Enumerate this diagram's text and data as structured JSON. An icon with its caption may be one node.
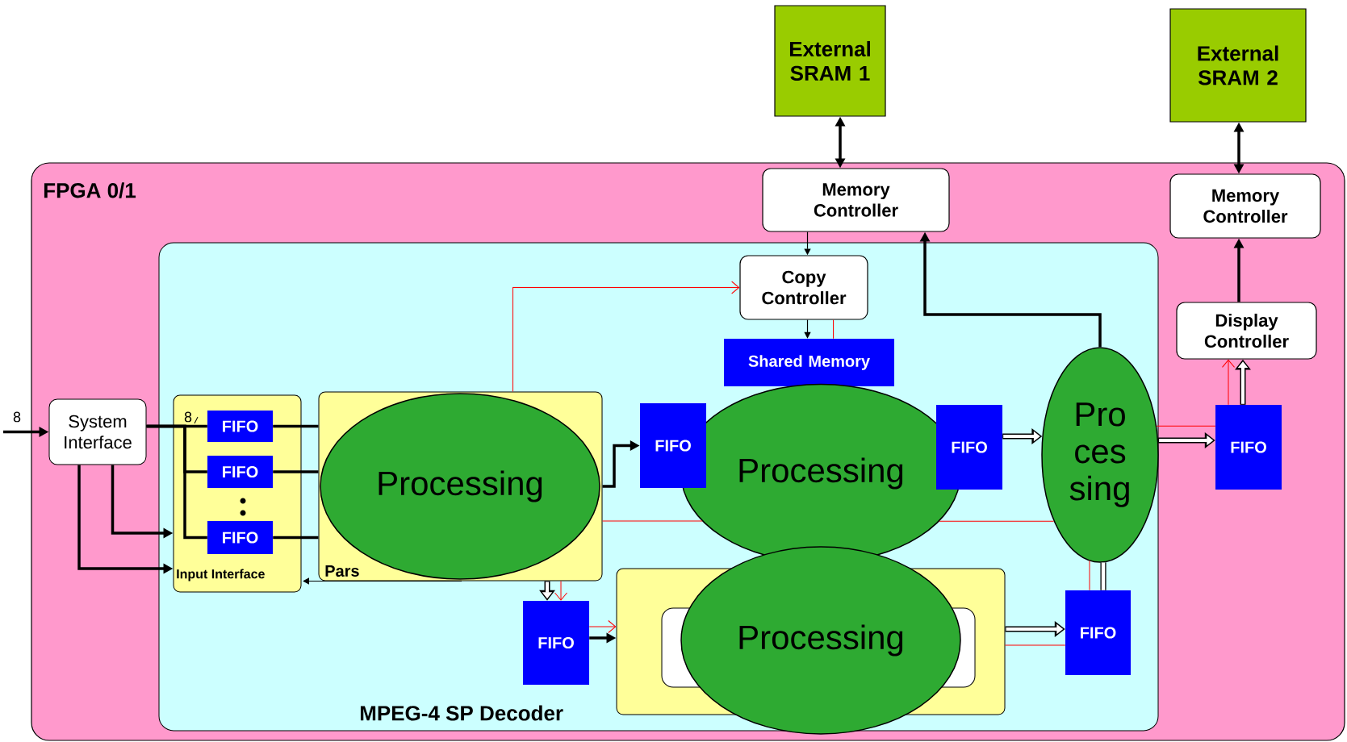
{
  "diagram": {
    "nodes": [
      {
        "text": [
          "External SRAM 1"
        ]
      },
      {
        "text": [
          "External SRAM 2"
        ]
      },
      {
        "text": [
          "FPGA 0/1"
        ]
      },
      {
        "text": [
          "Memory Controller"
        ],
        "in": 2
      },
      {
        "text": [
          "Memory Controller"
        ],
        "in": 2
      },
      {
        "text": [
          "MPEG-4 SP Decoder"
        ],
        "in": 2
      },
      {
        "text": [
          "Copy Controller"
        ],
        "in": 5
      },
      {
        "text": [
          "Shared Memory"
        ],
        "in": 5
      },
      {
        "text": [
          "Display Controller"
        ],
        "in": 2
      },
      {
        "text": [
          "System Interface"
        ],
        "in": 2
      },
      {
        "text": [
          "Input Interface"
        ],
        "in": 5
      },
      {
        "text": [
          "FIFO"
        ],
        "in": 10
      },
      {
        "text": [
          "FIFO"
        ],
        "in": 10
      },
      {
        "text": [
          "FIFO"
        ],
        "in": 10
      },
      {
        "text": [
          "Pars"
        ],
        "in": 5
      },
      {
        "text": [
          "Processing"
        ],
        "in": 14
      },
      {
        "text": [
          "FIFO"
        ],
        "in": 5
      },
      {
        "text": [
          "Processing"
        ],
        "in": 5
      },
      {
        "text": [
          "FIFO"
        ],
        "in": 5
      },
      {
        "text": [
          "Pro ces sing"
        ],
        "in": 5
      },
      {
        "text": [
          "FIFO"
        ],
        "in": 2
      },
      {
        "text": [
          "FIFO"
        ],
        "in": 5
      },
      {
        "text": [],
        "shape": "box",
        "in": 5
      },
      {
        "text": [
          "Processing"
        ],
        "in": 5
      },
      {
        "text": [
          "FIFO"
        ],
        "in": 5
      }
    ],
    "edges": [
      {
        "from": 3,
        "to": 0,
        "arrow": "both"
      },
      {
        "from": 4,
        "to": 1,
        "arrow": "both"
      },
      {
        "from": 3,
        "to": 6,
        "arrow": "to"
      },
      {
        "from": 19,
        "to": 3,
        "arrow": "to"
      },
      {
        "from": 8,
        "to": 4,
        "arrow": "to"
      },
      {
        "from": 6,
        "to": 7,
        "arrow": "to"
      },
      {
        "from": 7,
        "to": 6,
        "arrow": "none",
        "color": "#ff0000"
      },
      {
        "from": 14,
        "to": 6,
        "arrow": "to",
        "color": "#ff0000"
      },
      {
        "from": null,
        "to": 9,
        "arrow": "to",
        "label": "8"
      },
      {
        "from": 9,
        "to": 11,
        "arrow": "none",
        "label": "8"
      },
      {
        "from": 9,
        "to": 12,
        "arrow": "none"
      },
      {
        "from": 9,
        "to": 13,
        "arrow": "none"
      },
      {
        "from": 11,
        "to": 14,
        "arrow": "none"
      },
      {
        "from": 12,
        "to": 14,
        "arrow": "none"
      },
      {
        "from": 13,
        "to": 14,
        "arrow": "none"
      },
      {
        "from": 14,
        "to": 10,
        "arrow": "to"
      },
      {
        "from": 14,
        "to": 16,
        "arrow": "to"
      },
      {
        "from": 14,
        "to": 21,
        "arrow": "to",
        "color": "#ffffff"
      },
      {
        "from": 14,
        "to": 21,
        "arrow": "to",
        "color": "#ff0000"
      },
      {
        "from": 21,
        "to": 22,
        "arrow": "to"
      },
      {
        "from": 21,
        "to": 22,
        "arrow": "to",
        "color": "#ff0000"
      },
      {
        "from": 18,
        "to": 19,
        "arrow": "to",
        "color": "#ffffff"
      },
      {
        "from": 19,
        "to": 20,
        "arrow": "to",
        "color": "#ffffff"
      },
      {
        "from": 19,
        "to": 20,
        "arrow": "none",
        "color": "#ff0000"
      },
      {
        "from": 20,
        "to": 8,
        "arrow": "to",
        "color": "#ffffff"
      },
      {
        "from": 20,
        "to": 8,
        "arrow": "to",
        "color": "#ff0000"
      },
      {
        "from": 22,
        "to": 24,
        "arrow": "to",
        "color": "#ffffff"
      },
      {
        "from": 22,
        "to": 24,
        "arrow": "none",
        "color": "#ff0000"
      },
      {
        "from": 24,
        "to": 19,
        "arrow": "none",
        "style": "thick"
      },
      {
        "from": 24,
        "to": 19,
        "arrow": "none",
        "color": "#ff0000"
      },
      {
        "from": 14,
        "to": 17,
        "arrow": "none",
        "color": "#ff0000"
      },
      {
        "from": 9,
        "to": 10,
        "arrow": "to"
      },
      {
        "from": 9,
        "to": 10,
        "arrow": "to"
      },
      {
        "from": 17,
        "to": 19,
        "arrow": "none",
        "color": "#ff0000"
      }
    ]
  }
}
